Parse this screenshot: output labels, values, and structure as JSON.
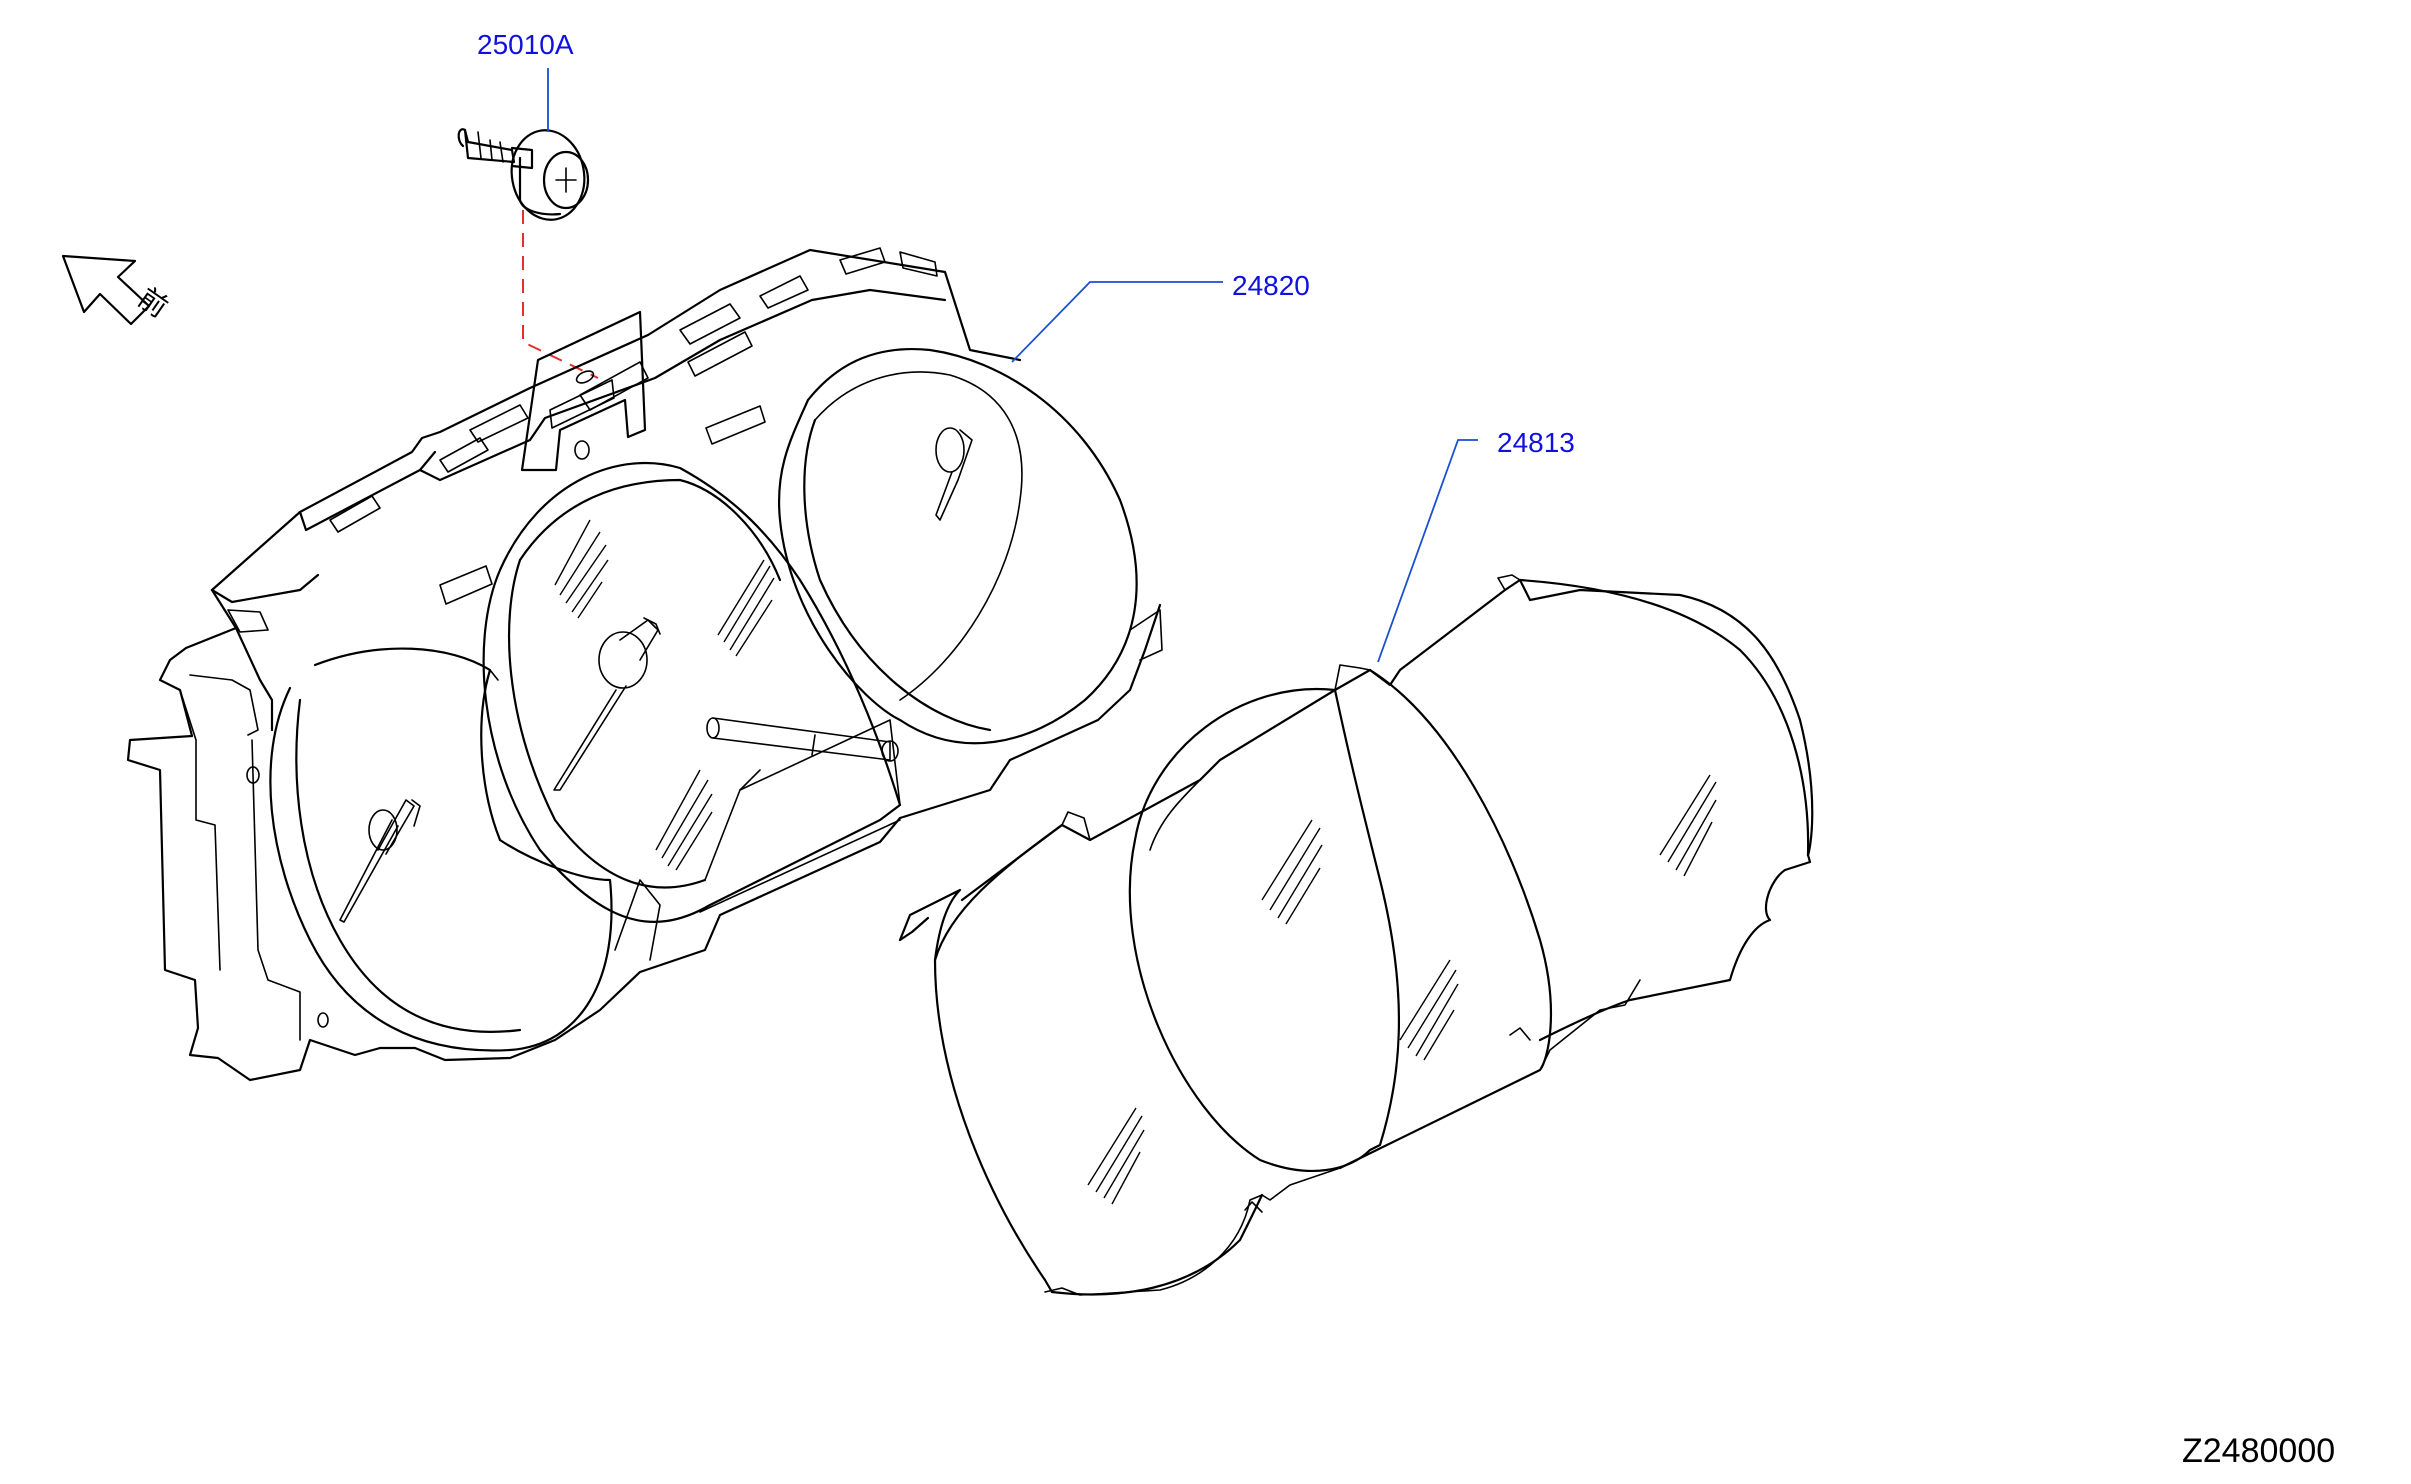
{
  "diagram_code": "Z2480000",
  "front_arrow_symbol": "前",
  "parts": [
    {
      "number": "25010A",
      "part": "screw"
    },
    {
      "number": "24820",
      "part": "meter-housing"
    },
    {
      "number": "24813",
      "part": "meter-lens"
    }
  ],
  "colors": {
    "label": "#1010e0",
    "leader": "#1a4fd0",
    "dashed_guide": "#e03030",
    "line": "#000000"
  }
}
